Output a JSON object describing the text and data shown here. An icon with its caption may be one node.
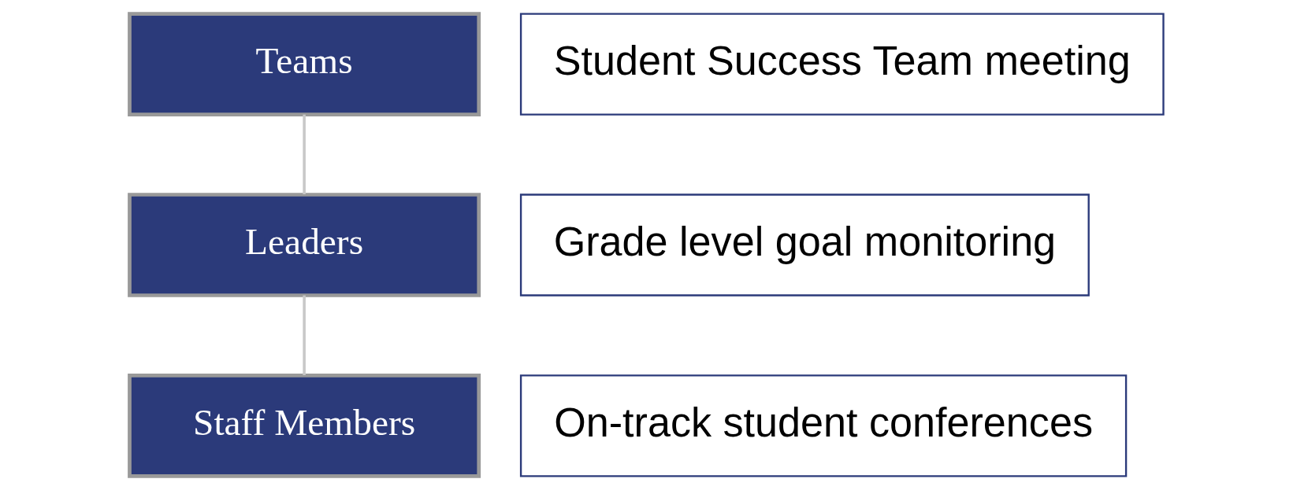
{
  "diagram": {
    "nodes": [
      {
        "text": [
          "Teams"
        ]
      },
      {
        "text": [
          "Student Success Team meeting"
        ]
      },
      {
        "text": [
          "Leaders"
        ]
      },
      {
        "text": [
          "Grade level goal monitoring"
        ]
      },
      {
        "text": [
          "Staff Members"
        ]
      },
      {
        "text": [
          "On-track student conferences"
        ]
      }
    ],
    "edges": [
      {
        "from": 0,
        "to": 2,
        "arrow": "none"
      },
      {
        "from": 2,
        "to": 4,
        "arrow": "none"
      }
    ]
  }
}
